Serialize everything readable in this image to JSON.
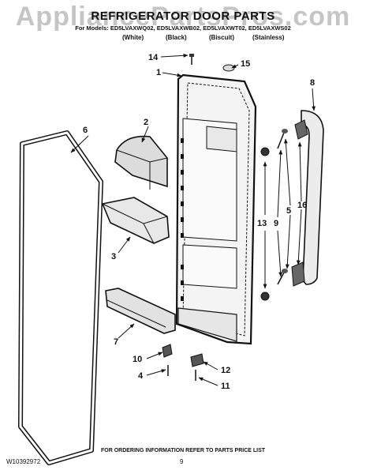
{
  "watermark": "AppliancePartsPros.com",
  "header": {
    "title": "REFRIGERATOR DOOR PARTS",
    "models": "For Models: ED5LVAXWQ02, ED5LVAXWB02, ED5LVAXWT02, ED5LVAXWS02",
    "variants": [
      "(White)",
      "(Black)",
      "(Biscuit)",
      "(Stainless)"
    ]
  },
  "callouts": [
    "1",
    "2",
    "3",
    "4",
    "5",
    "6",
    "7",
    "8",
    "9",
    "10",
    "11",
    "12",
    "13",
    "14",
    "15",
    "16"
  ],
  "footer": {
    "ordering_note": "FOR ORDERING INFORMATION REFER TO PARTS PRICE LIST",
    "doc_number": "W10392972",
    "page_number": "9"
  }
}
